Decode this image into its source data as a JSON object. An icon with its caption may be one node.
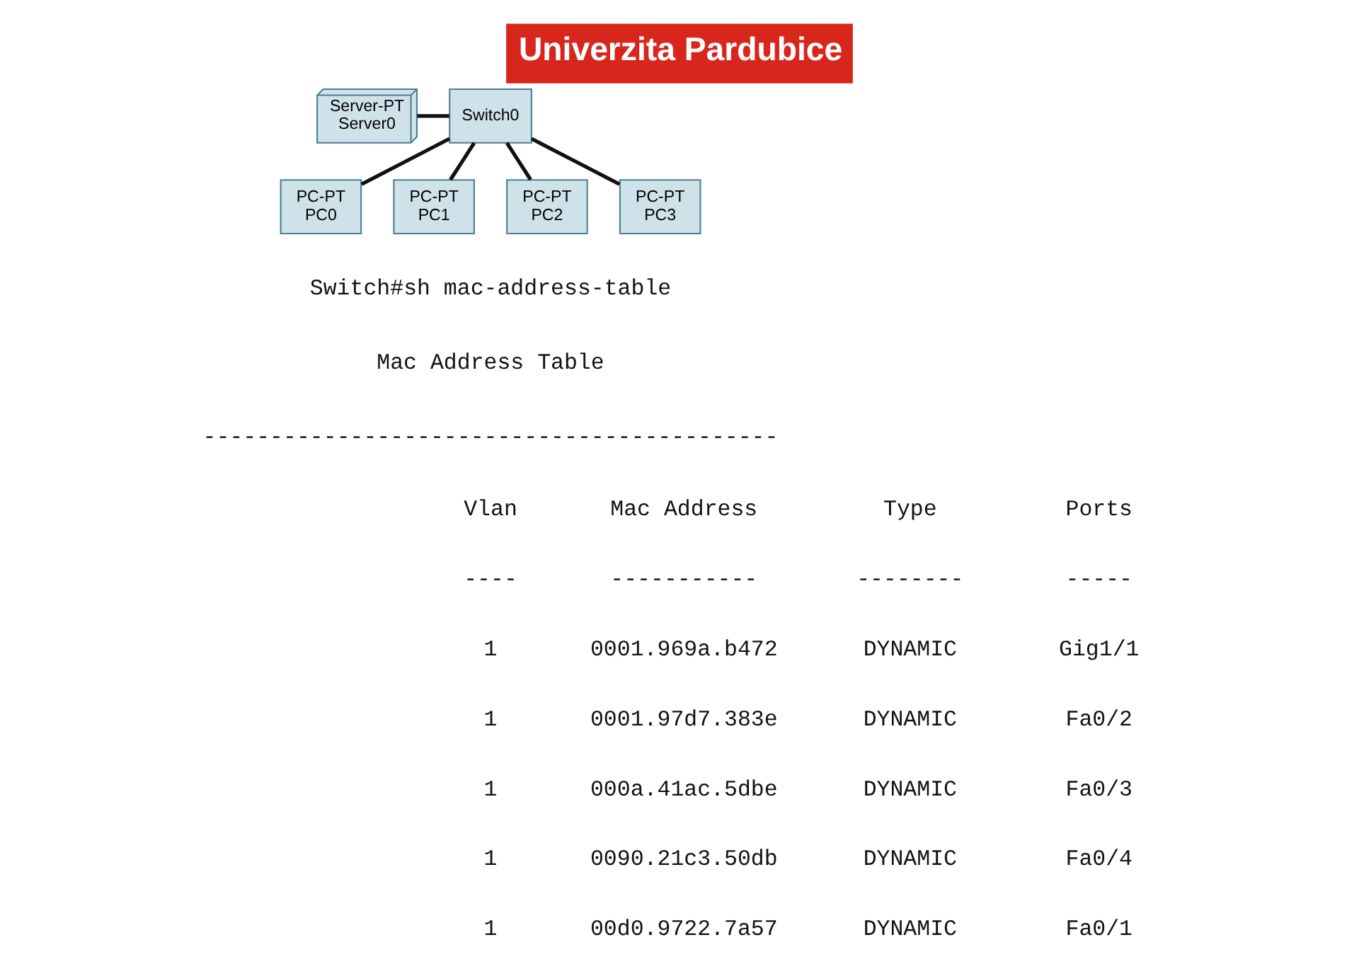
{
  "diagram": {
    "title": "Univerzita Pardubice",
    "nodes": [
      {
        "text": [
          "Server-PT",
          "Server0"
        ]
      },
      {
        "text": [
          "Switch0"
        ]
      },
      {
        "text": [
          "PC-PT",
          "PC0"
        ]
      },
      {
        "text": [
          "PC-PT",
          "PC1"
        ]
      },
      {
        "text": [
          "PC-PT",
          "PC2"
        ]
      },
      {
        "text": [
          "PC-PT",
          "PC3"
        ]
      }
    ],
    "edges": [
      {
        "from": 0,
        "to": 1,
        "arrow": "none"
      },
      {
        "from": 1,
        "to": 2,
        "arrow": "none"
      },
      {
        "from": 1,
        "to": 3,
        "arrow": "none"
      },
      {
        "from": 1,
        "to": 4,
        "arrow": "none"
      },
      {
        "from": 1,
        "to": 5,
        "arrow": "none"
      }
    ],
    "labels": [
      "Switch#sh mac-address-table",
      "Mac Address Table",
      "-------------------------------------------",
      "Vlan",
      "Mac Address",
      "Type",
      "Ports",
      "----",
      "-----------",
      "--------",
      "-----",
      "1",
      "0001.969a.b472",
      "DYNAMIC",
      "Gig1/1",
      "1",
      "0001.97d7.383e",
      "DYNAMIC",
      "Fa0/2",
      "1",
      "000a.41ac.5dbe",
      "DYNAMIC",
      "Fa0/3",
      "1",
      "0090.21c3.50db",
      "DYNAMIC",
      "Fa0/4",
      "1",
      "00d0.9722.7a57",
      "DYNAMIC",
      "Fa0/1"
    ]
  }
}
